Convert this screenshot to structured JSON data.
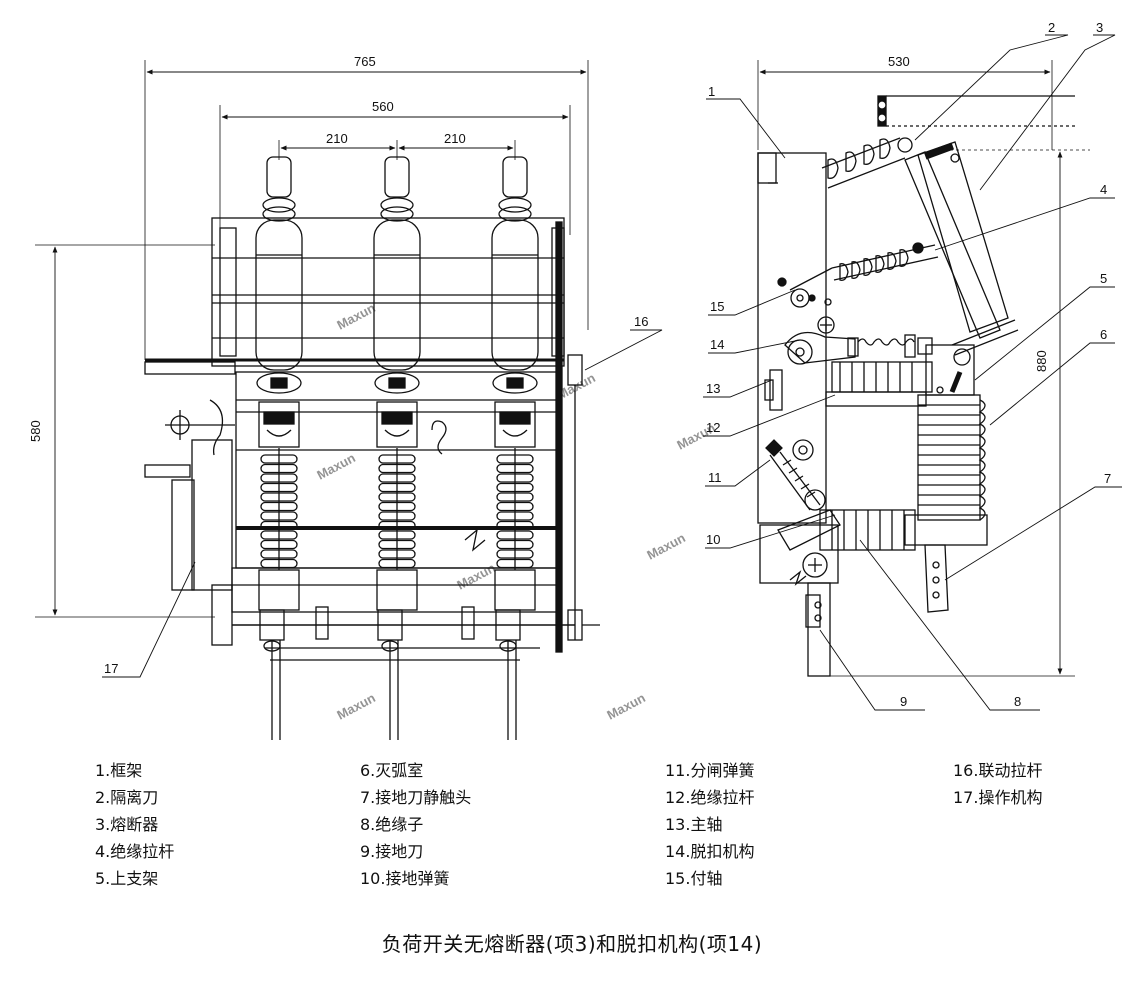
{
  "dimensions": {
    "front_total_width": "765",
    "front_mid_width": "560",
    "front_pitch_left": "210",
    "front_pitch_right": "210",
    "front_height": "580",
    "side_width": "530",
    "side_height": "880"
  },
  "callouts": [
    "1",
    "2",
    "3",
    "4",
    "5",
    "6",
    "7",
    "8",
    "9",
    "10",
    "11",
    "12",
    "13",
    "14",
    "15",
    "16",
    "17"
  ],
  "watermark": "Maxun",
  "legend": {
    "col1": [
      "1.框架",
      "2.隔离刀",
      "3.熔断器",
      "4.绝缘拉杆",
      "5.上支架"
    ],
    "col2": [
      "6.灭弧室",
      "7.接地刀静触头",
      "8.绝缘子",
      "9.接地刀",
      "10.接地弹簧"
    ],
    "col3": [
      "11.分闸弹簧",
      "12.绝缘拉杆",
      "13.主轴",
      "14.脱扣机构",
      "15.付轴"
    ],
    "col4": [
      "16.联动拉杆",
      "17.操作机构"
    ]
  },
  "caption": "负荷开关无熔断器(项3)和脱扣机构(项14)"
}
